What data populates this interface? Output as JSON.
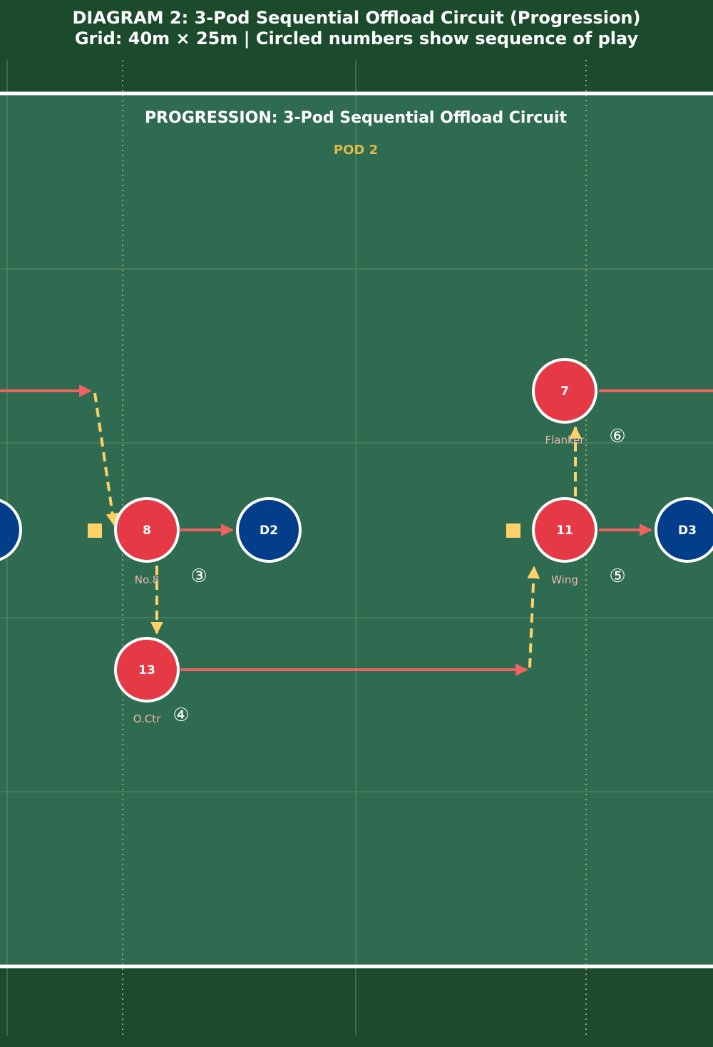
{
  "header": {
    "title_line1": "DIAGRAM 2: 3-Pod Sequential Offload Circuit (Progression)",
    "title_line2": "Grid: 40m × 25m | Circled numbers show sequence of play"
  },
  "field": {
    "heading": "PROGRESSION: 3-Pod Sequential Offload Circuit",
    "pod_label": "POD 2"
  },
  "players": [
    {
      "id": "p8",
      "number": "8",
      "role": "No.8",
      "seq": "③"
    },
    {
      "id": "p13",
      "number": "13",
      "role": "O.Ctr",
      "seq": "④"
    },
    {
      "id": "p11",
      "number": "11",
      "role": "Wing",
      "seq": "⑤"
    },
    {
      "id": "p7",
      "number": "7",
      "role": "Flanker",
      "seq": "⑥"
    }
  ],
  "defenders": [
    {
      "id": "d2",
      "label": "D2"
    },
    {
      "id": "d3",
      "label": "D3"
    }
  ],
  "colors": {
    "field": "#2e6b50",
    "outer": "#1b4a2c",
    "attacker": "#e63946",
    "defender": "#023e8a",
    "run": "#f06262",
    "pass": "#ffd166",
    "pod_text": "#e0b84a",
    "role_text": "#f0b5b5"
  }
}
